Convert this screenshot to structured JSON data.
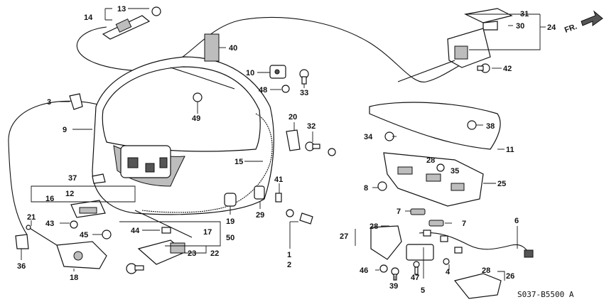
{
  "diagram": {
    "part_code": "S037-B5500 A",
    "direction_label": "FR.",
    "callouts": [
      {
        "id": "c1",
        "label": "1"
      },
      {
        "id": "c2",
        "label": "2"
      },
      {
        "id": "c3",
        "label": "3"
      },
      {
        "id": "c4",
        "label": "4"
      },
      {
        "id": "c5",
        "label": "5"
      },
      {
        "id": "c6",
        "label": "6"
      },
      {
        "id": "c7a",
        "label": "7"
      },
      {
        "id": "c7b",
        "label": "7"
      },
      {
        "id": "c8",
        "label": "8"
      },
      {
        "id": "c9",
        "label": "9"
      },
      {
        "id": "c10",
        "label": "10"
      },
      {
        "id": "c11",
        "label": "11"
      },
      {
        "id": "c12",
        "label": "12"
      },
      {
        "id": "c13",
        "label": "13"
      },
      {
        "id": "c14",
        "label": "14"
      },
      {
        "id": "c15",
        "label": "15"
      },
      {
        "id": "c16",
        "label": "16"
      },
      {
        "id": "c17",
        "label": "17"
      },
      {
        "id": "c18",
        "label": "18"
      },
      {
        "id": "c19",
        "label": "19"
      },
      {
        "id": "c20",
        "label": "20"
      },
      {
        "id": "c21",
        "label": "21"
      },
      {
        "id": "c22",
        "label": "22"
      },
      {
        "id": "c23",
        "label": "23"
      },
      {
        "id": "c24",
        "label": "24"
      },
      {
        "id": "c25",
        "label": "25"
      },
      {
        "id": "c26",
        "label": "26"
      },
      {
        "id": "c27",
        "label": "27"
      },
      {
        "id": "c28a",
        "label": "28"
      },
      {
        "id": "c28b",
        "label": "28"
      },
      {
        "id": "c28c",
        "label": "28"
      },
      {
        "id": "c29",
        "label": "29"
      },
      {
        "id": "c30",
        "label": "30"
      },
      {
        "id": "c31",
        "label": "31"
      },
      {
        "id": "c32",
        "label": "32"
      },
      {
        "id": "c33",
        "label": "33"
      },
      {
        "id": "c34",
        "label": "34"
      },
      {
        "id": "c35",
        "label": "35"
      },
      {
        "id": "c36",
        "label": "36"
      },
      {
        "id": "c37",
        "label": "37"
      },
      {
        "id": "c38",
        "label": "38"
      },
      {
        "id": "c39",
        "label": "39"
      },
      {
        "id": "c40",
        "label": "40"
      },
      {
        "id": "c41",
        "label": "41"
      },
      {
        "id": "c42",
        "label": "42"
      },
      {
        "id": "c43",
        "label": "43"
      },
      {
        "id": "c44",
        "label": "44"
      },
      {
        "id": "c45",
        "label": "45"
      },
      {
        "id": "c46",
        "label": "46"
      },
      {
        "id": "c47",
        "label": "47"
      },
      {
        "id": "c48",
        "label": "48"
      },
      {
        "id": "c49",
        "label": "49"
      },
      {
        "id": "c50",
        "label": "50"
      }
    ]
  }
}
